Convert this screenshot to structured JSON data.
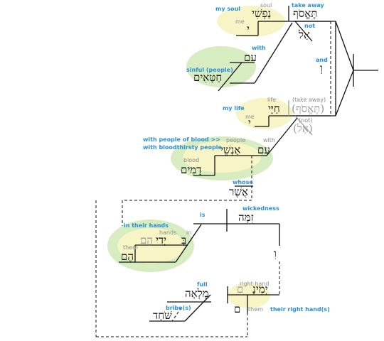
{
  "colors": {
    "yellow_highlight": "#f7f4c6",
    "green_highlight": "#d7ecc0",
    "gloss_blue": "#2a8fd6",
    "gloss_grey": "#8a8a8a"
  },
  "clause1": {
    "verb": "תֶּאֱסֹף",
    "verb_gloss": "take away",
    "negation": "אַל",
    "negation_gloss": "not",
    "object": "נַפְשִׁי",
    "object_gloss": "soul",
    "object_phrase_gloss": "my soul",
    "suffix": "י",
    "suffix_gloss": "me",
    "prep": "עִם",
    "prep_gloss": "with",
    "prep_object": "חַטָּאִים",
    "prep_object_gloss": "sinful (people)"
  },
  "conjunction": {
    "word": "וְ",
    "gloss": "and"
  },
  "clause2": {
    "verb": "(תֶּאֱסֹף)",
    "verb_gloss": "(take away)",
    "negation": "(אַל)",
    "negation_gloss": "(not)",
    "object": "חַיָּי",
    "object_gloss": "life",
    "object_phrase_gloss": "my life",
    "suffix": "י",
    "suffix_gloss": "me",
    "prep": "עִם",
    "prep_gloss": "with",
    "prep_object": "אַנְשֵׁי",
    "prep_object_gloss": "people",
    "prep_phrase_gloss": "with people of blood >> with bloodthirsty people",
    "construct": "דָמִים",
    "construct_gloss": "blood"
  },
  "relative_clause": {
    "relative": "אֲשֶׁר",
    "relative_gloss": "whose",
    "subject": "זִמָּה",
    "subject_gloss": "wickedness",
    "copula_gloss": "is",
    "location_phrase_gloss": "in their hands",
    "prep": "בְּ",
    "prep_gloss": "in",
    "hands": "יְדֵי",
    "hands_gloss": "hands",
    "hands_suffix_grey": "הֶם",
    "suffix": "הֶם",
    "suffix_gloss": "them",
    "conjunction": "וִ",
    "subject2": "יְמִינָ",
    "subject2_gloss": "right hand",
    "subject2_suffix_grey": "ם",
    "subject2_suffix": "ם",
    "subject2_suffix_gloss": "them",
    "subject2_phrase_gloss": "their right hand(s)",
    "predicate": "מָלְאָה",
    "predicate_gloss": "full",
    "complement": "שֹּׁחַד",
    "complement_gloss": "bribe(s)"
  }
}
